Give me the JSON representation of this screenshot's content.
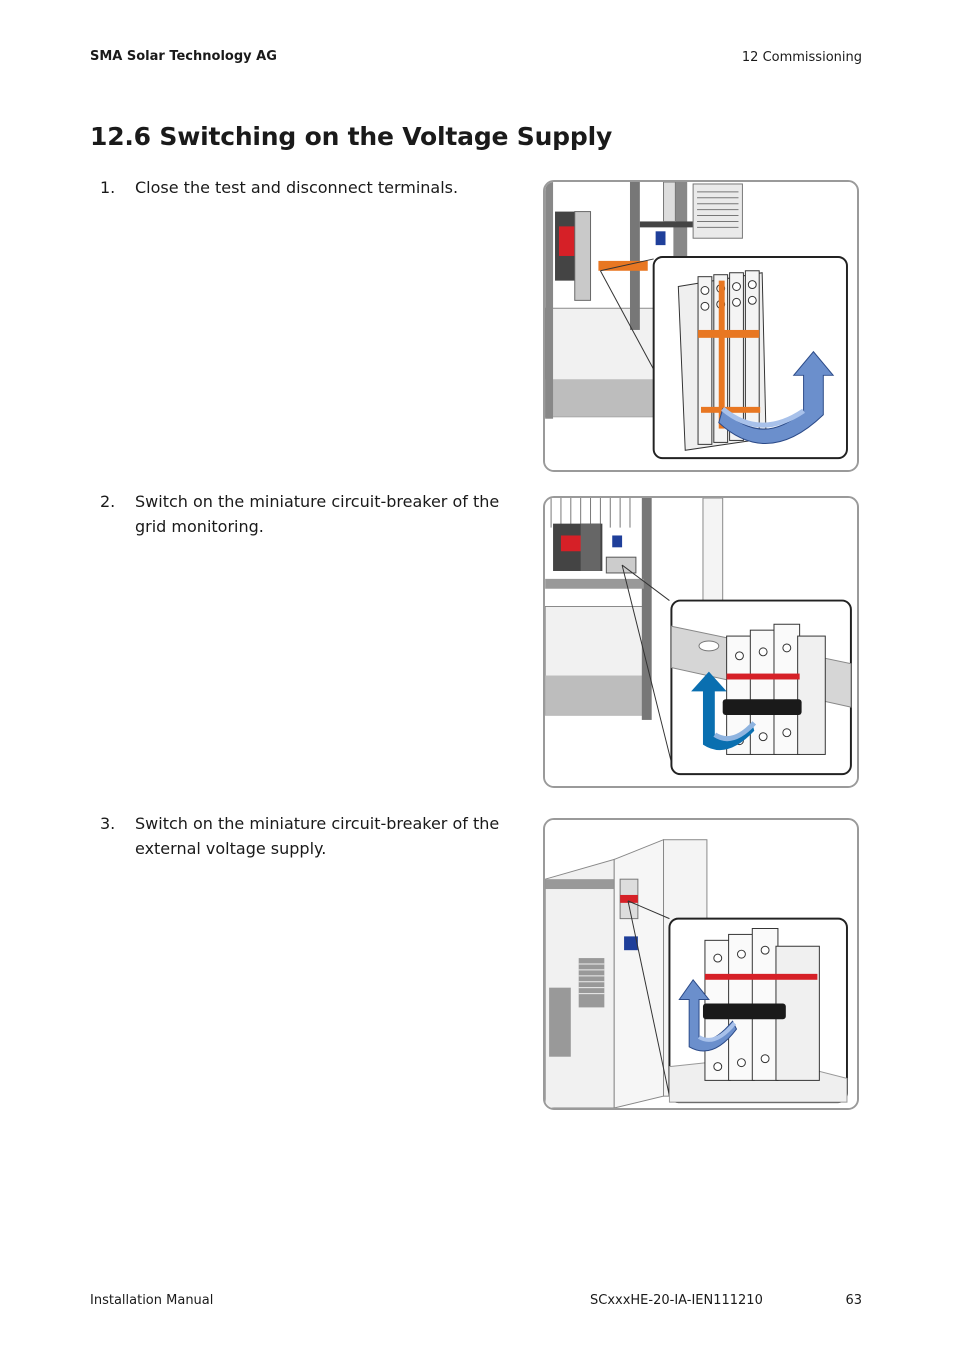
{
  "header": {
    "company": "SMA Solar Technology AG",
    "chapter": "12  Commissioning"
  },
  "section": {
    "title": "12.6  Switching on the Voltage Supply"
  },
  "steps": [
    {
      "number": "1.",
      "text": "Close the test and disconnect terminals."
    },
    {
      "number": "2.",
      "text": "Switch on the miniature circuit-breaker of the grid monitoring."
    },
    {
      "number": "3.",
      "text": "Switch on the miniature circuit-breaker of the external voltage supply."
    }
  ],
  "footer": {
    "manual": "Installation Manual",
    "doc_code": "SCxxxHE-20-IA-IEN111210",
    "page": "63"
  },
  "colors": {
    "orange": "#e87722",
    "red": "#d62027",
    "blue": "#0a6fb0",
    "light_blue": "#8fb4e0",
    "gray": "#9a9a9a"
  }
}
